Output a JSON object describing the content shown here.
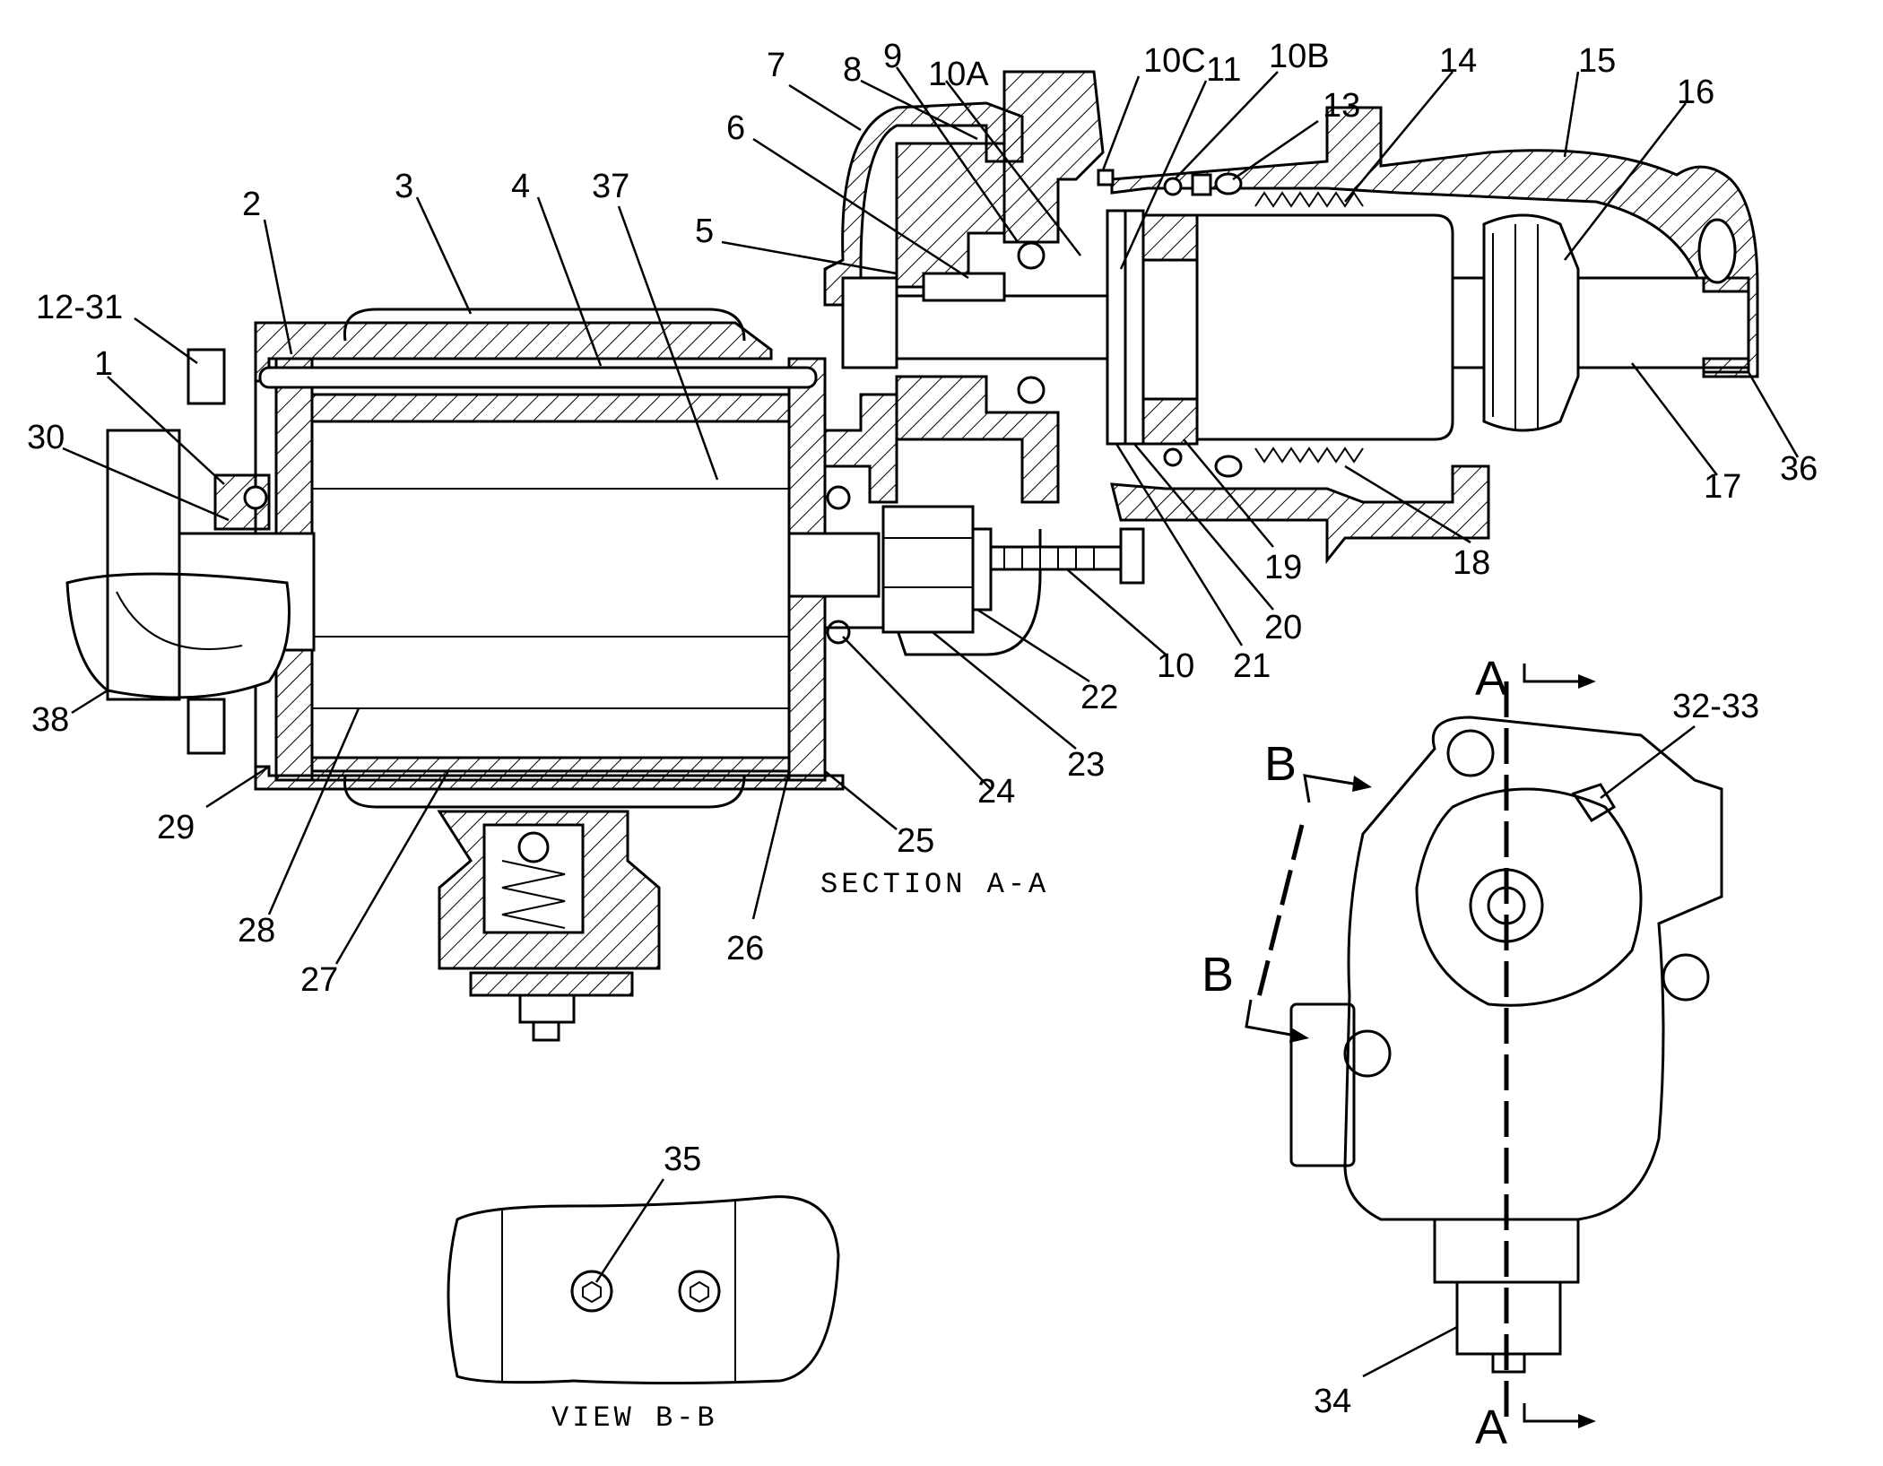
{
  "section_label": "SECTION A-A",
  "view_label": "VIEW B-B",
  "section_markers": {
    "a_top": "A",
    "a_bottom": "A",
    "b_top": "B",
    "b_bottom": "B"
  },
  "callouts": [
    {
      "id": "c-12-31",
      "text": "12-31"
    },
    {
      "id": "c-1",
      "text": "1"
    },
    {
      "id": "c-30",
      "text": "30"
    },
    {
      "id": "c-2",
      "text": "2"
    },
    {
      "id": "c-3",
      "text": "3"
    },
    {
      "id": "c-4",
      "text": "4"
    },
    {
      "id": "c-37",
      "text": "37"
    },
    {
      "id": "c-5",
      "text": "5"
    },
    {
      "id": "c-6",
      "text": "6"
    },
    {
      "id": "c-7",
      "text": "7"
    },
    {
      "id": "c-8",
      "text": "8"
    },
    {
      "id": "c-9",
      "text": "9"
    },
    {
      "id": "c-10a",
      "text": "10A"
    },
    {
      "id": "c-10c",
      "text": "10C"
    },
    {
      "id": "c-11",
      "text": "11"
    },
    {
      "id": "c-10b",
      "text": "10B"
    },
    {
      "id": "c-13",
      "text": "13"
    },
    {
      "id": "c-14",
      "text": "14"
    },
    {
      "id": "c-15",
      "text": "15"
    },
    {
      "id": "c-16",
      "text": "16"
    },
    {
      "id": "c-17",
      "text": "17"
    },
    {
      "id": "c-36",
      "text": "36"
    },
    {
      "id": "c-18",
      "text": "18"
    },
    {
      "id": "c-19",
      "text": "19"
    },
    {
      "id": "c-20",
      "text": "20"
    },
    {
      "id": "c-21",
      "text": "21"
    },
    {
      "id": "c-10",
      "text": "10"
    },
    {
      "id": "c-22",
      "text": "22"
    },
    {
      "id": "c-23",
      "text": "23"
    },
    {
      "id": "c-24",
      "text": "24"
    },
    {
      "id": "c-25",
      "text": "25"
    },
    {
      "id": "c-26",
      "text": "26"
    },
    {
      "id": "c-27",
      "text": "27"
    },
    {
      "id": "c-28",
      "text": "28"
    },
    {
      "id": "c-29",
      "text": "29"
    },
    {
      "id": "c-38",
      "text": "38"
    },
    {
      "id": "c-32-33",
      "text": "32-33"
    },
    {
      "id": "c-35",
      "text": "35"
    },
    {
      "id": "c-34",
      "text": "34"
    }
  ]
}
